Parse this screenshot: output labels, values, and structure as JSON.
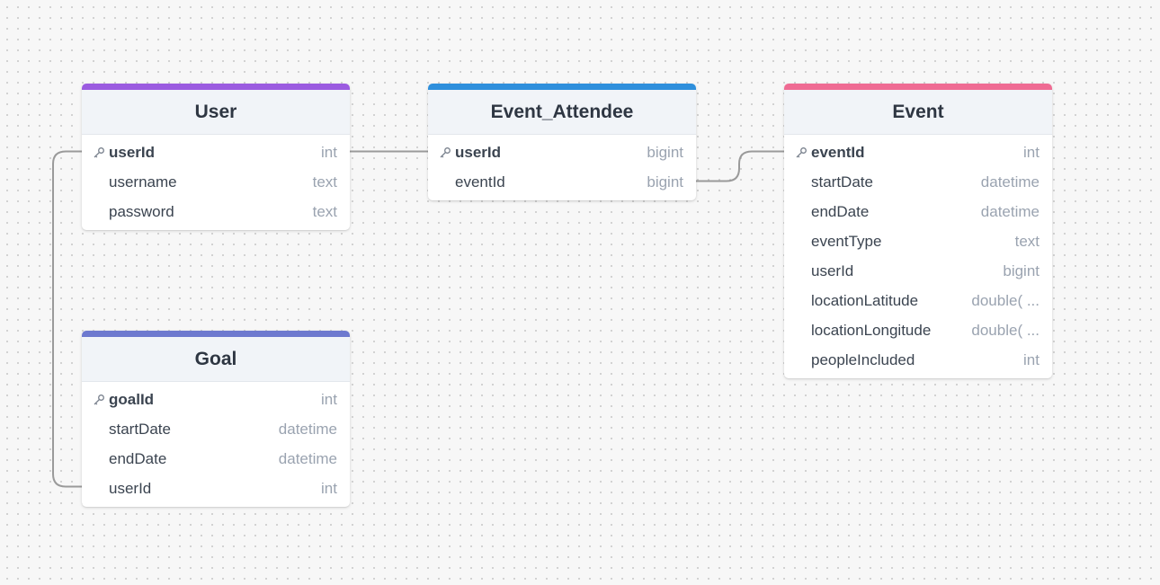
{
  "colors": {
    "user": "#9b5be0",
    "event_attendee": "#2e8fdc",
    "event": "#ef6b93",
    "goal": "#6d79cf",
    "edge": "#9a9a9a"
  },
  "tables": {
    "user": {
      "title": "User",
      "columns": [
        {
          "name": "userId",
          "type": "int",
          "pk": true
        },
        {
          "name": "username",
          "type": "text",
          "pk": false
        },
        {
          "name": "password",
          "type": "text",
          "pk": false
        }
      ]
    },
    "event_attendee": {
      "title": "Event_Attendee",
      "columns": [
        {
          "name": "userId",
          "type": "bigint",
          "pk": true
        },
        {
          "name": "eventId",
          "type": "bigint",
          "pk": false
        }
      ]
    },
    "event": {
      "title": "Event",
      "columns": [
        {
          "name": "eventId",
          "type": "int",
          "pk": true
        },
        {
          "name": "startDate",
          "type": "datetime",
          "pk": false
        },
        {
          "name": "endDate",
          "type": "datetime",
          "pk": false
        },
        {
          "name": "eventType",
          "type": "text",
          "pk": false
        },
        {
          "name": "userId",
          "type": "bigint",
          "pk": false
        },
        {
          "name": "locationLatitude",
          "type": "double( ...",
          "pk": false
        },
        {
          "name": "locationLongitude",
          "type": "double( ...",
          "pk": false
        },
        {
          "name": "peopleIncluded",
          "type": "int",
          "pk": false
        }
      ]
    },
    "goal": {
      "title": "Goal",
      "columns": [
        {
          "name": "goalId",
          "type": "int",
          "pk": true
        },
        {
          "name": "startDate",
          "type": "datetime",
          "pk": false
        },
        {
          "name": "endDate",
          "type": "datetime",
          "pk": false
        },
        {
          "name": "userId",
          "type": "int",
          "pk": false
        }
      ]
    }
  },
  "relationships": [
    {
      "from": "user.userId",
      "to": "event_attendee.userId"
    },
    {
      "from": "event_attendee.eventId",
      "to": "event.eventId"
    },
    {
      "from": "user.userId",
      "to": "goal.userId"
    }
  ]
}
